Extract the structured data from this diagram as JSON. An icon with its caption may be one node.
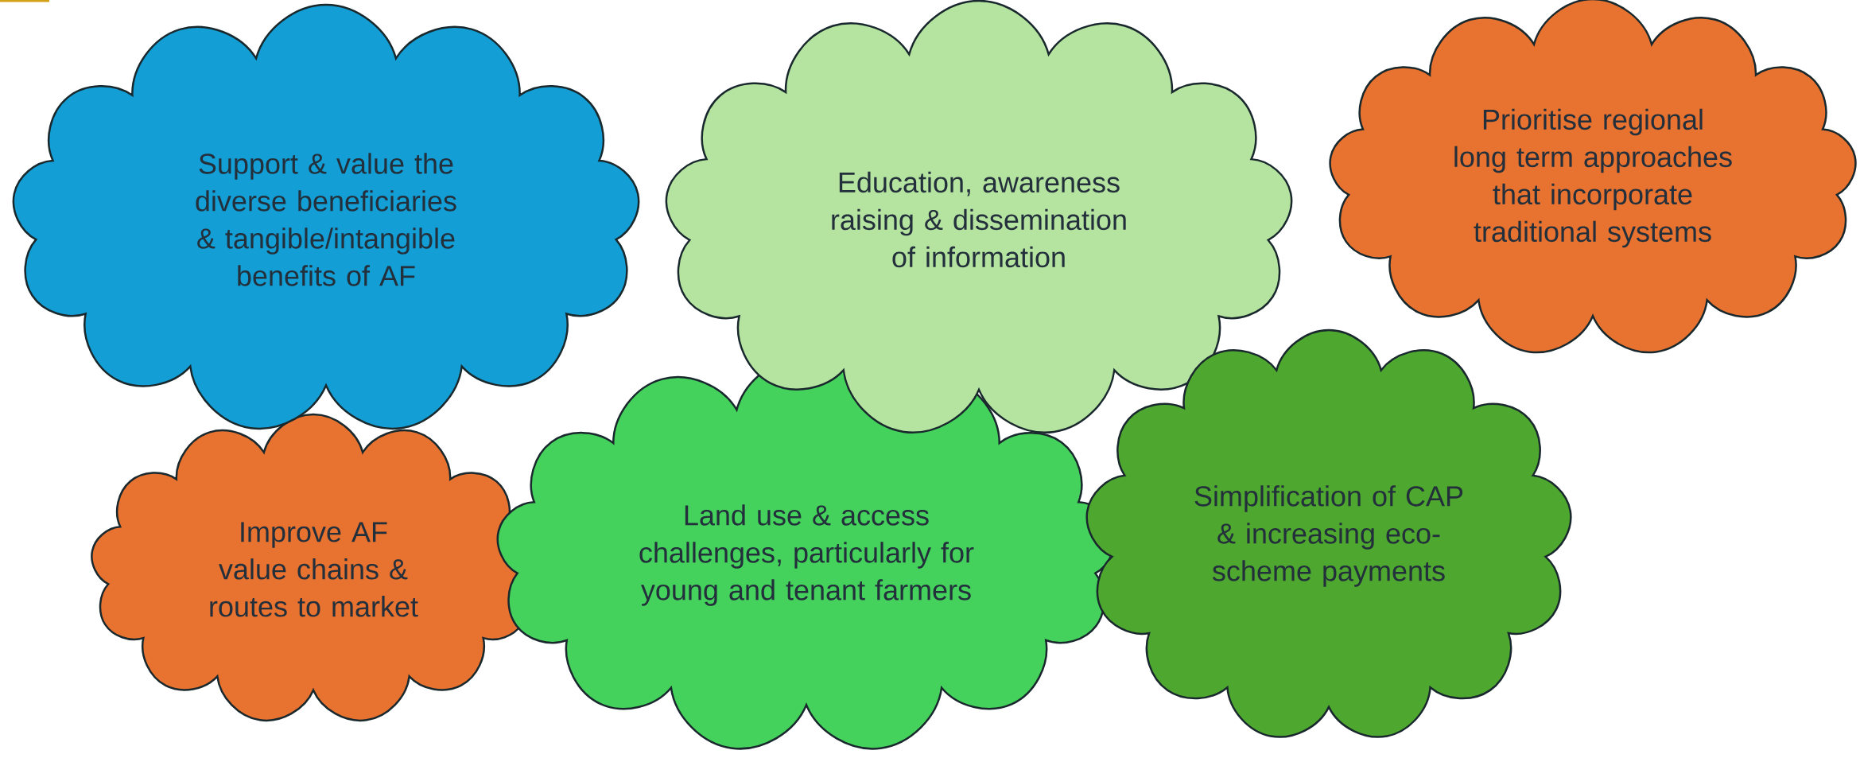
{
  "diagram": {
    "nodes": [
      {
        "text": [
          "Support & value the diverse beneficiaries & tangible/intangible benefits of AF"
        ]
      },
      {
        "text": [
          "Education, awareness raising & dissemination of information"
        ]
      },
      {
        "text": [
          "Prioritise regional long term approaches that incorporate traditional systems"
        ]
      },
      {
        "text": [
          "Improve AF value chains & routes to market"
        ]
      },
      {
        "text": [
          "Land use & access challenges, particularly for young and tenant farmers"
        ]
      },
      {
        "text": [
          "Simplification of CAP & increasing eco-scheme payments"
        ]
      }
    ]
  }
}
